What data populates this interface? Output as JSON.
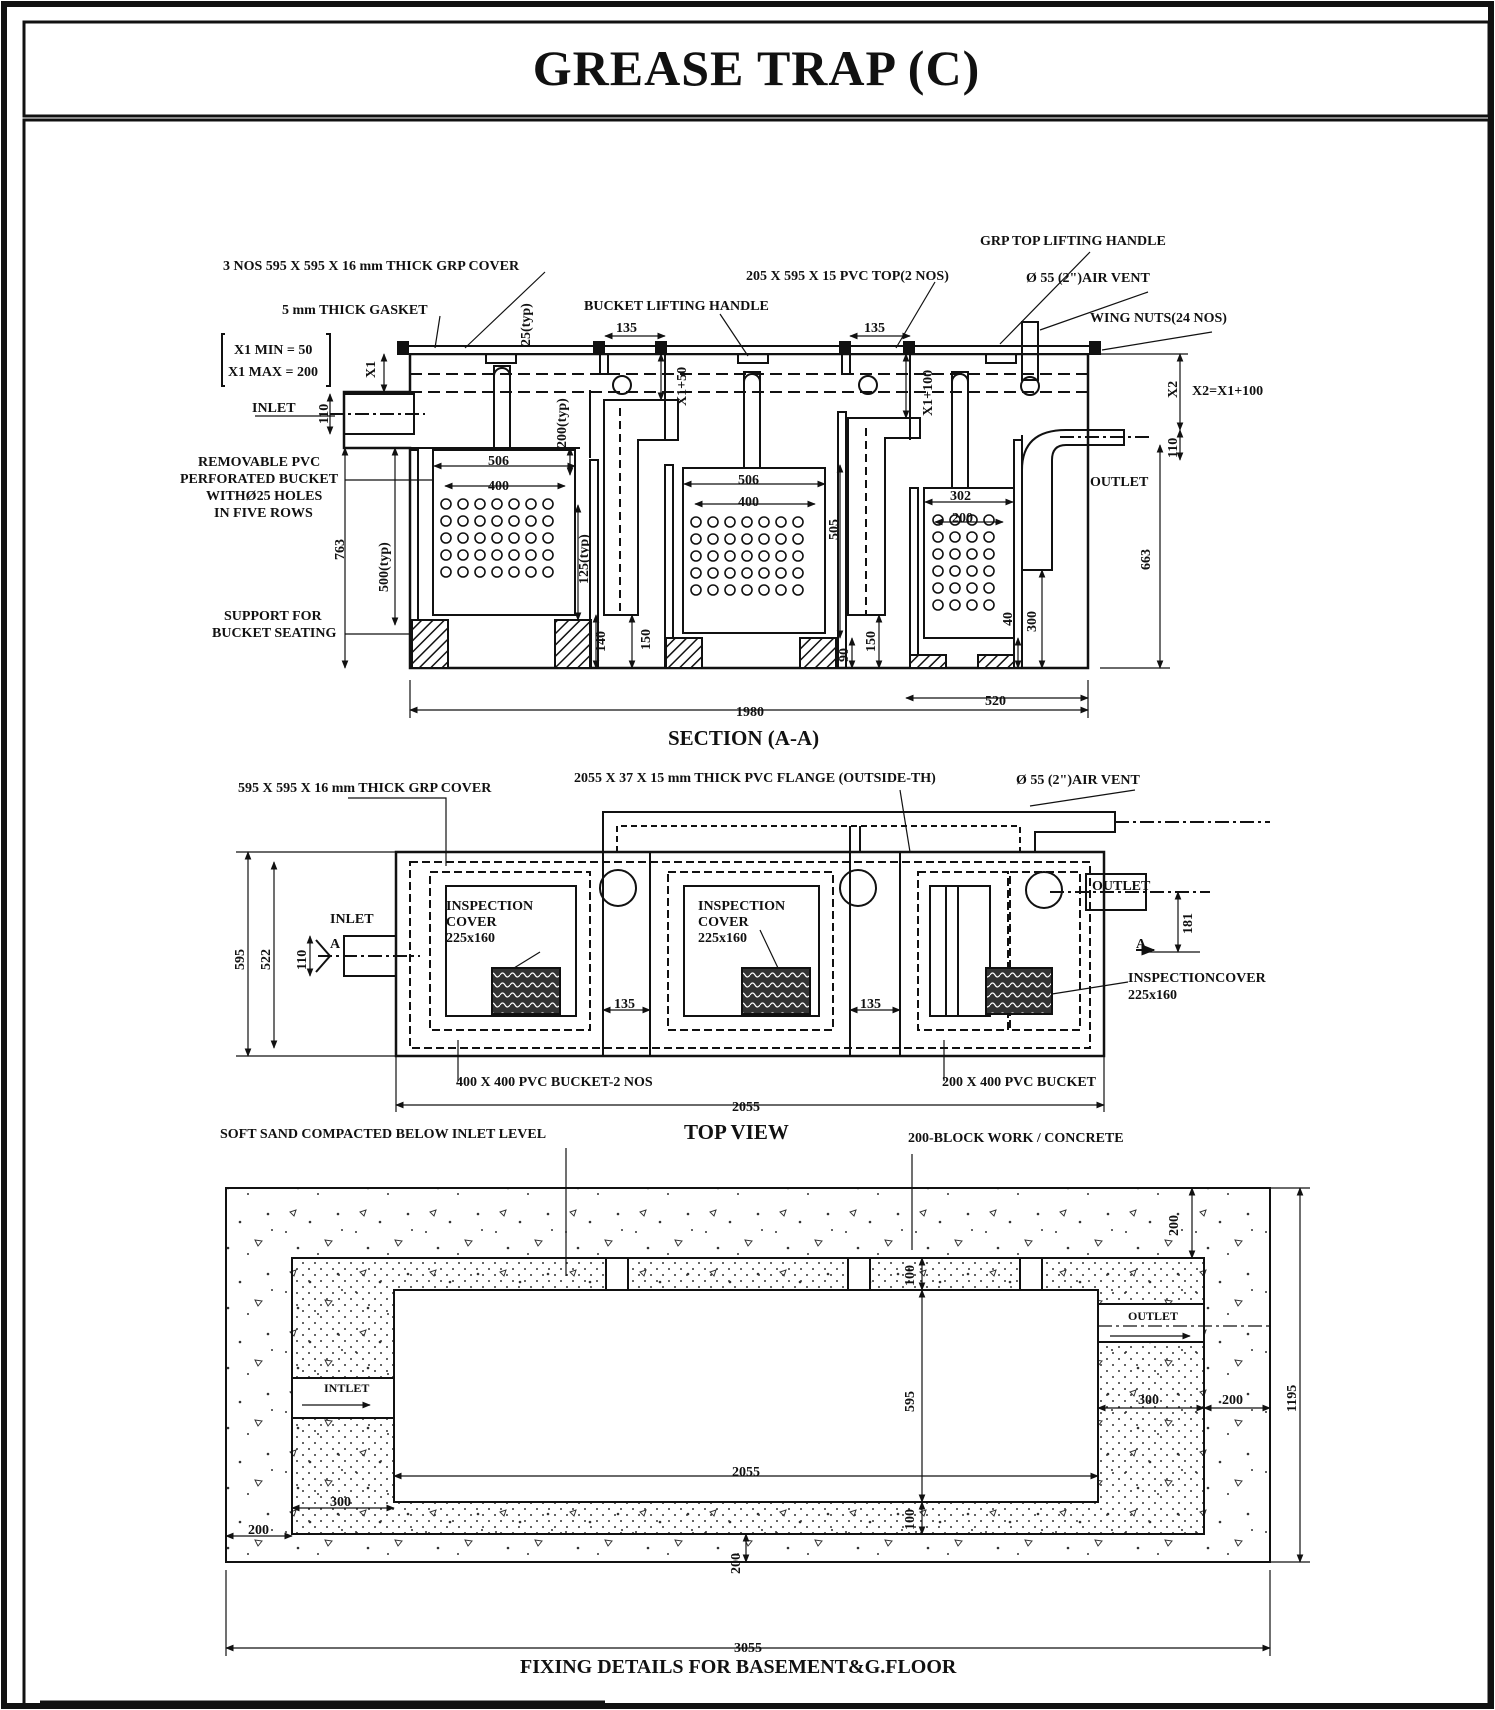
{
  "title": "GREASE TRAP (C)",
  "section": {
    "caption": "SECTION (A-A)",
    "labels": {
      "grp_cover": "3 NOS 595 X 595 X 16 mm THICK GRP COVER",
      "gasket": "5 mm THICK GASKET",
      "x1_min": "X1 MIN = 50",
      "x1_max": "X1 MAX = 200",
      "inlet": "INLET",
      "bucket_line1": "REMOVABLE PVC",
      "bucket_line2": "PERFORATED BUCKET",
      "bucket_line3": "WITHØ25 HOLES",
      "bucket_line4": "IN FIVE ROWS",
      "support_line1": "SUPPORT FOR",
      "support_line2": "BUCKET SEATING",
      "pvc_top": "205 X 595 X 15 PVC TOP(2 NOS)",
      "bucket_handle": "BUCKET LIFTING HANDLE",
      "grp_handle": "GRP TOP LIFTING HANDLE",
      "air_vent": "Ø 55 (2\")AIR VENT",
      "wing_nuts": "WING NUTS(24 NOS)",
      "x2_formula": "X2=X1+100",
      "outlet": "OUTLET"
    },
    "dims": {
      "x1": "X1",
      "x2": "X2",
      "d110a": "110",
      "d110b": "110",
      "d25": "25(typ)",
      "d135a": "135",
      "d135b": "135",
      "dx150": "X1+50",
      "dx1100": "X1+100",
      "d200typ": "200(typ)",
      "d506a": "506",
      "d400a": "400",
      "d506b": "506",
      "d400b": "400",
      "d302": "302",
      "d200": "200",
      "d763": "763",
      "d500": "500(typ)",
      "d125": "125(typ)",
      "d505": "505",
      "d140": "140",
      "d150a": "150",
      "d90": "90",
      "d150b": "150",
      "d40": "40",
      "d300": "300",
      "d663": "663",
      "d1980": "1980",
      "d520": "520"
    }
  },
  "top_view": {
    "caption": "TOP VIEW",
    "labels": {
      "grp_cover": "595 X 595 X 16 mm THICK GRP COVER",
      "flange": "2055 X 37 X 15 mm THICK PVC FLANGE (OUTSIDE-TH)",
      "air_vent": "Ø 55 (2\")AIR VENT",
      "inlet": "INLET",
      "outlet": "OUTLET",
      "insp1_l1": "INSPECTION",
      "insp1_l2": "COVER",
      "insp1_l3": "225x160",
      "insp2_l1": "INSPECTION",
      "insp2_l2": "COVER",
      "insp2_l3": "225x160",
      "insp3_l1": "INSPECTIONCOVER",
      "insp3_l2": "225x160",
      "bucket_400": "400 X 400 PVC BUCKET-2 NOS",
      "bucket_200": "200 X 400 PVC BUCKET",
      "section_a1": "A",
      "section_a2": "A"
    },
    "dims": {
      "d595": "595",
      "d522": "522",
      "d110": "110",
      "d135a": "135",
      "d135b": "135",
      "d181": "181",
      "d2055": "2055"
    }
  },
  "fixing": {
    "caption": "FIXING DETAILS FOR BASEMENT&G.FLOOR",
    "labels": {
      "sand": "SOFT SAND COMPACTED BELOW INLET  LEVEL",
      "block": "200-BLOCK WORK / CONCRETE",
      "intlet": "INTLET",
      "outlet": "OUTLET"
    },
    "dims": {
      "d200a": "200",
      "d100a": "100",
      "d595": "595",
      "d300a": "300",
      "d200b": "200",
      "d1195": "1195",
      "d2055": "2055",
      "d300b": "300",
      "d100b": "100",
      "d200c": "200",
      "d200d": "200",
      "d3055": "3055"
    }
  }
}
